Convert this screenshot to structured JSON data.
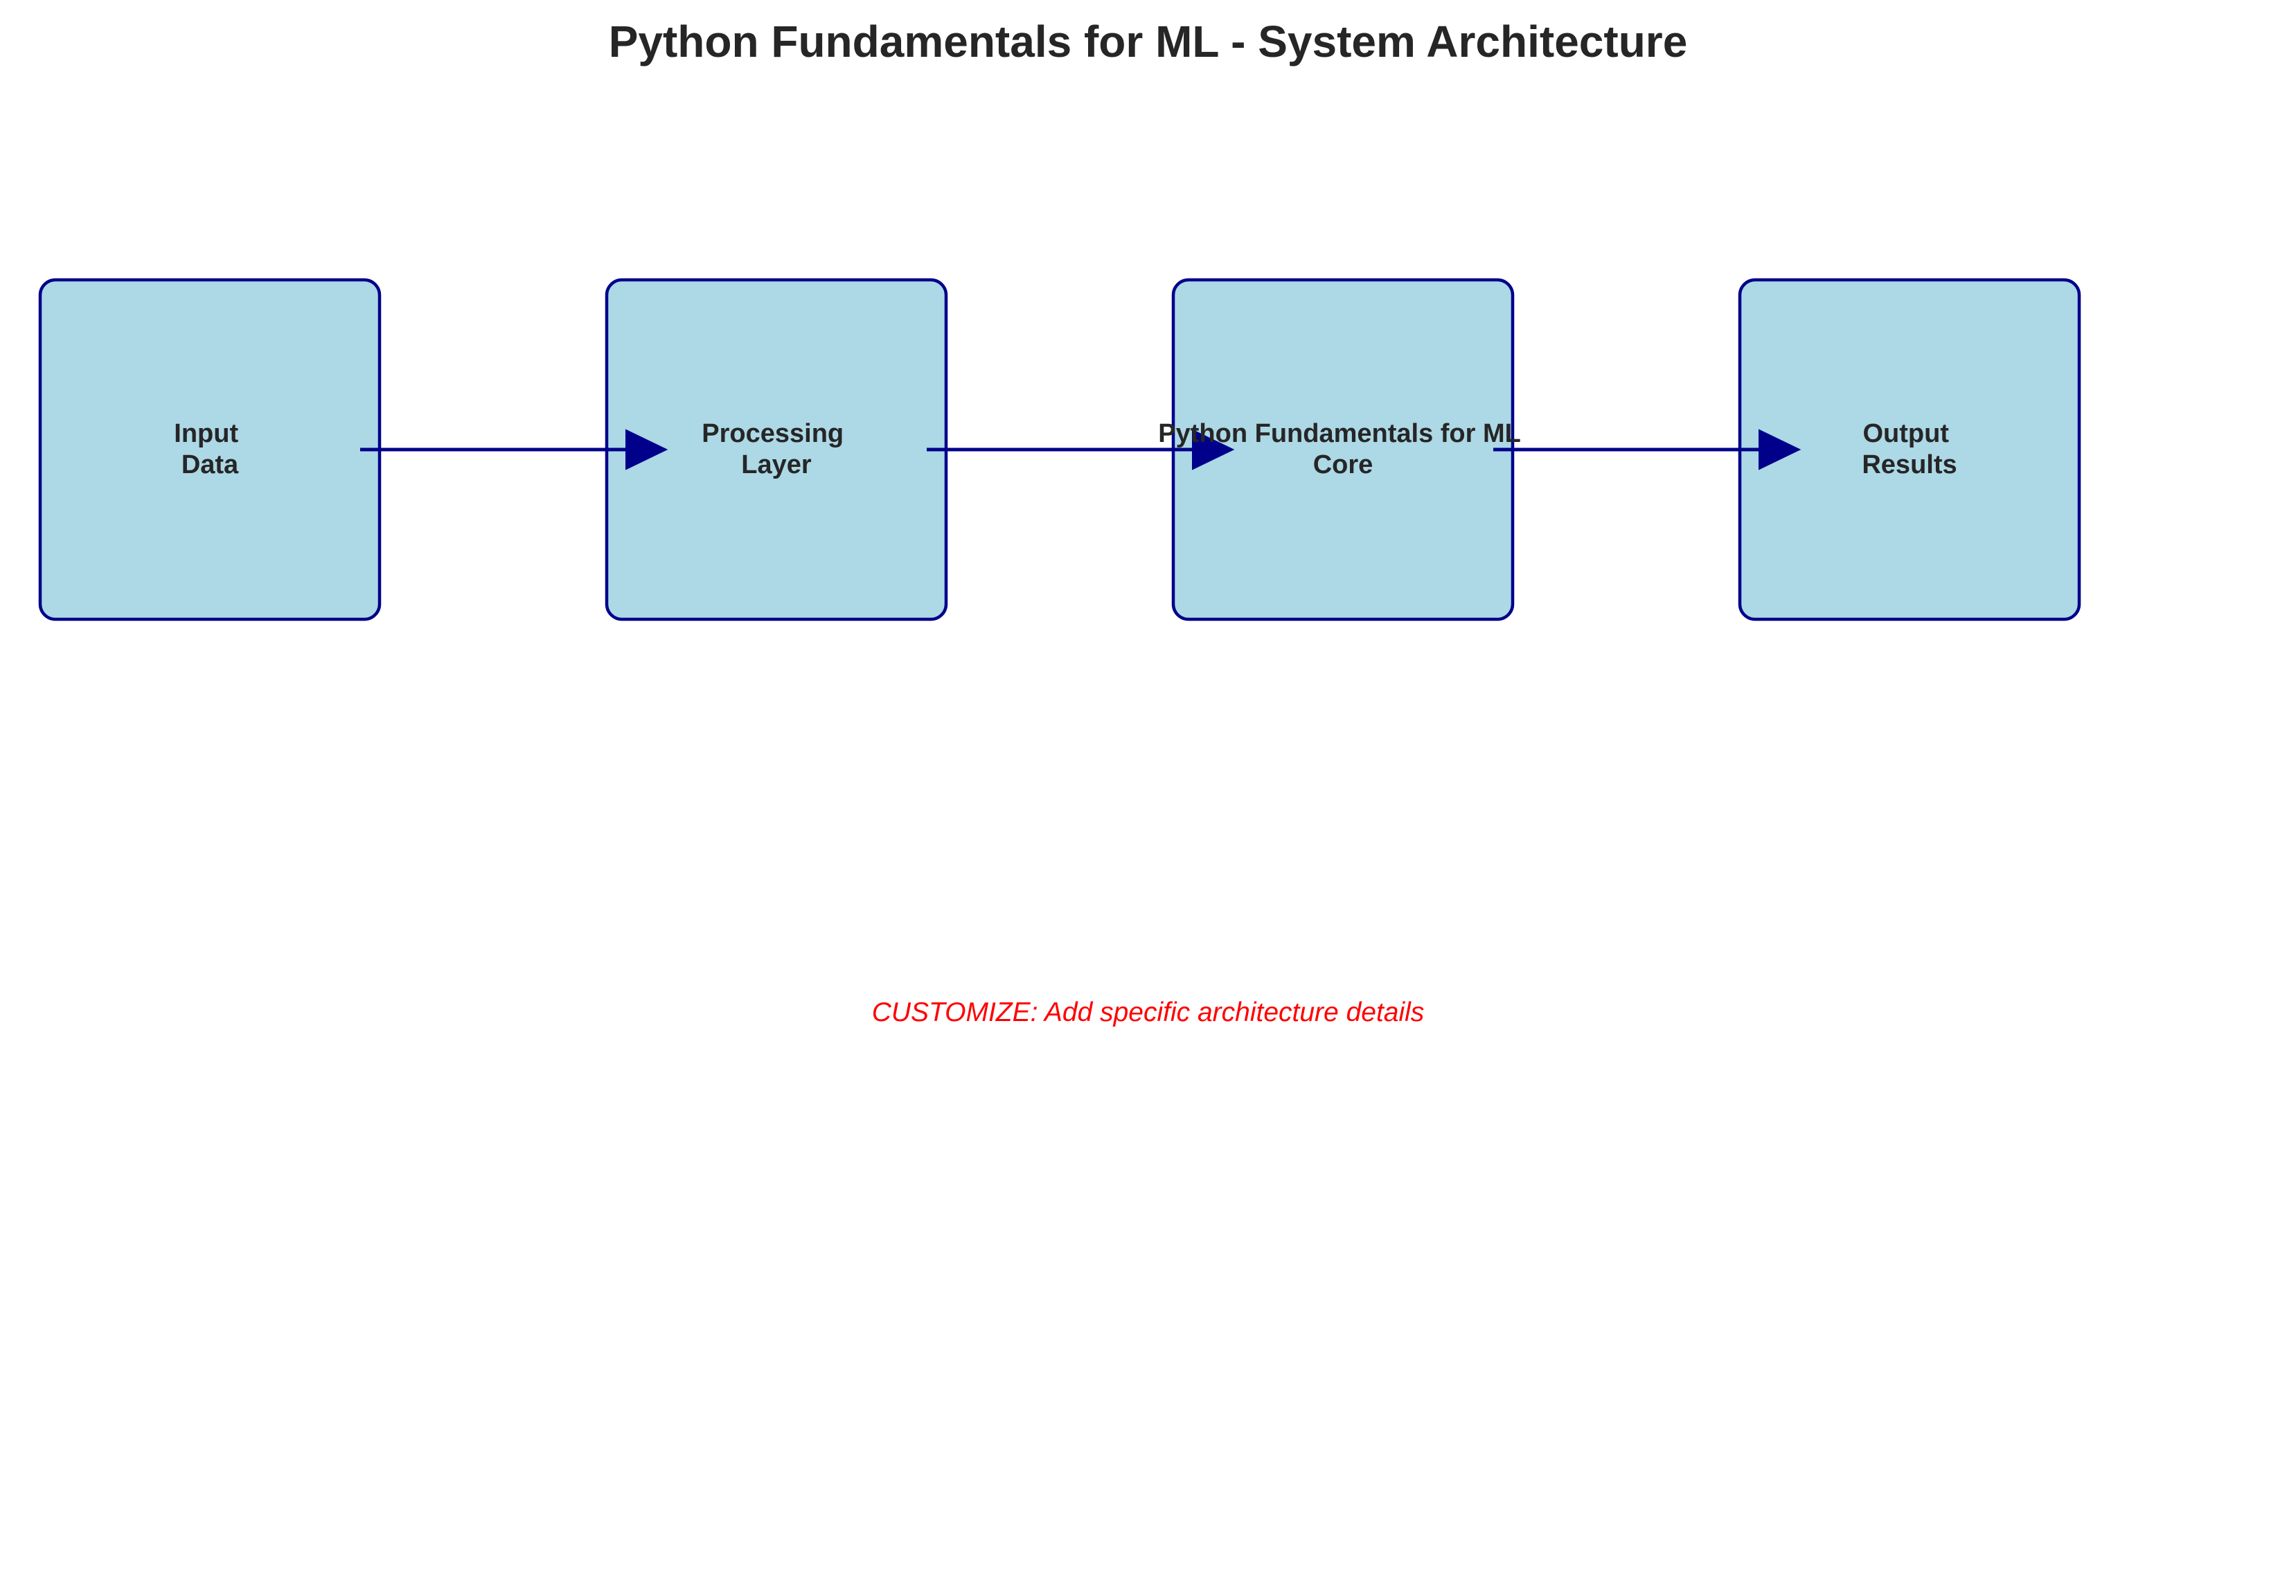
{
  "title": "Python Fundamentals for ML - System Architecture",
  "nodes": [
    {
      "id": "input",
      "lines": [
        "Input",
        "Data"
      ]
    },
    {
      "id": "processing",
      "lines": [
        "Processing",
        "Layer"
      ]
    },
    {
      "id": "core",
      "lines": [
        "Python Fundamentals for ML",
        "Core"
      ]
    },
    {
      "id": "output",
      "lines": [
        "Output",
        "Results"
      ]
    }
  ],
  "edges": [
    {
      "from": "input",
      "to": "processing"
    },
    {
      "from": "processing",
      "to": "core"
    },
    {
      "from": "core",
      "to": "output"
    }
  ],
  "note": "CUSTOMIZE: Add specific architecture details",
  "colors": {
    "box_fill": "#add8e6",
    "box_stroke": "#00008b",
    "arrow": "#00008b",
    "title_text": "#262626",
    "note_text": "#ff0000"
  }
}
